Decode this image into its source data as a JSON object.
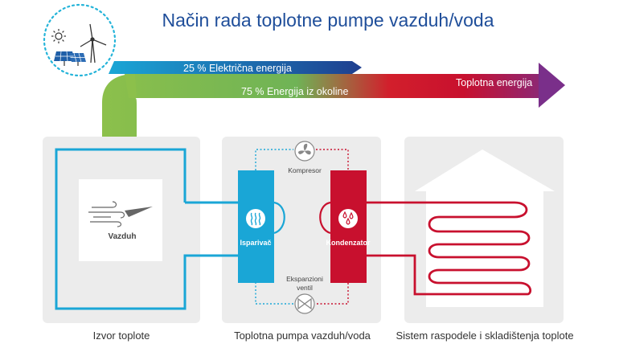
{
  "title": "Način rada toplotne pumpe vazduh/voda",
  "energy": {
    "electric": "25 % Električna energija",
    "ambient": "75 % Energija iz okoline",
    "output": "Toplotna energija"
  },
  "pump": {
    "compressor": "Kompresor",
    "expansion_line1": "Ekspanzioni",
    "expansion_line2": "ventil",
    "evaporator": "Isparivač",
    "condenser": "Kondenzator"
  },
  "source": {
    "air": "Vazduh"
  },
  "panels": {
    "source": "Izvor toplote",
    "pump": "Toplotna pumpa vazduh/voda",
    "system": "Sistem raspodele i skladištenja toplote"
  },
  "colors": {
    "title": "#1f4e9a",
    "cold": "#1aa6d6",
    "hot": "#c8102e",
    "electric": "#1f5fa8",
    "ambient": "#8cc04b",
    "output": "#7a2f8a",
    "panel": "#ececec"
  },
  "icons": [
    "sun-icon",
    "wind-turbine-icon",
    "solar-panel-icon",
    "wind-icon",
    "fan-icon",
    "heat-wave-icon",
    "drops-icon",
    "valve-icon"
  ]
}
